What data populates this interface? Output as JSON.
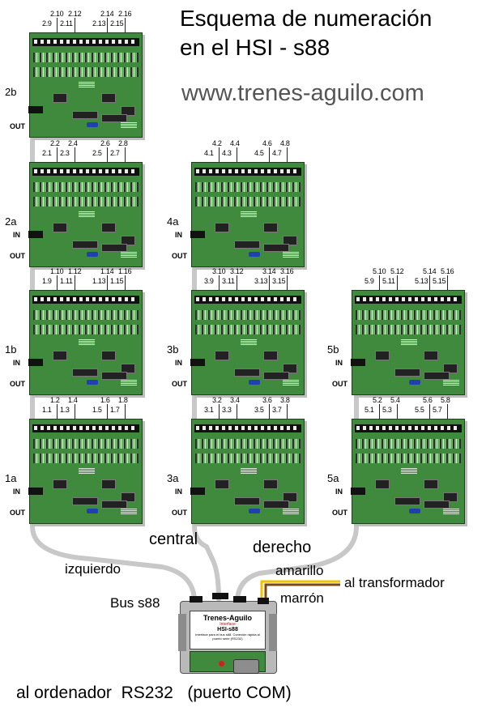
{
  "title": {
    "line1": "Esquema de numeración",
    "line2": "en el HSI - s88"
  },
  "website": "www.trenes-aguilo.com",
  "io_labels": {
    "in": "IN",
    "out": "OUT"
  },
  "boards": [
    {
      "id": "2b",
      "top_pins": [
        "2.10",
        "2.12",
        "2.14",
        "2.16"
      ],
      "bottom_pins": [
        "2.9",
        "2.11",
        "2.13",
        "2.15"
      ],
      "has_in": false
    },
    {
      "id": "2a",
      "top_pins": [
        "2.2",
        "2.4",
        "2.6",
        "2.8"
      ],
      "bottom_pins": [
        "2.1",
        "2.3",
        "2.5",
        "2.7"
      ],
      "has_in": true
    },
    {
      "id": "1b",
      "top_pins": [
        "1.10",
        "1.12",
        "1.14",
        "1.16"
      ],
      "bottom_pins": [
        "1.9",
        "1.11",
        "1.13",
        "1.15"
      ],
      "has_in": true
    },
    {
      "id": "1a",
      "top_pins": [
        "1.2",
        "1.4",
        "1.6",
        "1.8"
      ],
      "bottom_pins": [
        "1.1",
        "1.3",
        "1.5",
        "1.7"
      ],
      "has_in": true
    },
    {
      "id": "4a",
      "top_pins": [
        "4.2",
        "4.4",
        "4.6",
        "4.8"
      ],
      "bottom_pins": [
        "4.1",
        "4.3",
        "4.5",
        "4.7"
      ],
      "has_in": true
    },
    {
      "id": "3b",
      "top_pins": [
        "3.10",
        "3.12",
        "3.14",
        "3.16"
      ],
      "bottom_pins": [
        "3.9",
        "3.11",
        "3.13",
        "3.15"
      ],
      "has_in": true
    },
    {
      "id": "3a",
      "top_pins": [
        "3.2",
        "3.4",
        "3.6",
        "3.8"
      ],
      "bottom_pins": [
        "3.1",
        "3.3",
        "3.5",
        "3.7"
      ],
      "has_in": true
    },
    {
      "id": "5b",
      "top_pins": [
        "5.10",
        "5.12",
        "5.14",
        "5.16"
      ],
      "bottom_pins": [
        "5.9",
        "5.11",
        "5.13",
        "5.15"
      ],
      "has_in": true
    },
    {
      "id": "5a",
      "top_pins": [
        "5.2",
        "5.4",
        "5.6",
        "5.8"
      ],
      "bottom_pins": [
        "5.1",
        "5.3",
        "5.5",
        "5.7"
      ],
      "has_in": true
    }
  ],
  "cables": {
    "left": "izquierdo",
    "center": "central",
    "right": "derecho"
  },
  "power": {
    "yellow": "amarillo",
    "brown": "marrón",
    "transformer": "al transformador"
  },
  "bus_label": "Bus s88",
  "interface": {
    "brand": "Trenes-Aguilo",
    "sub": "Interface",
    "model": "HSI-s88",
    "note": "Interface para el bus s88. Conexión rápida al puerto serie (RS232)"
  },
  "footer": {
    "computer": "al ordenador",
    "rs232": "RS232",
    "com": "(puerto COM)"
  },
  "colors": {
    "board_green": "#3f8a3c",
    "cable_grey": "#c8c8c8",
    "wire_yellow": "#f2c200",
    "wire_brown": "#7a4a10"
  }
}
